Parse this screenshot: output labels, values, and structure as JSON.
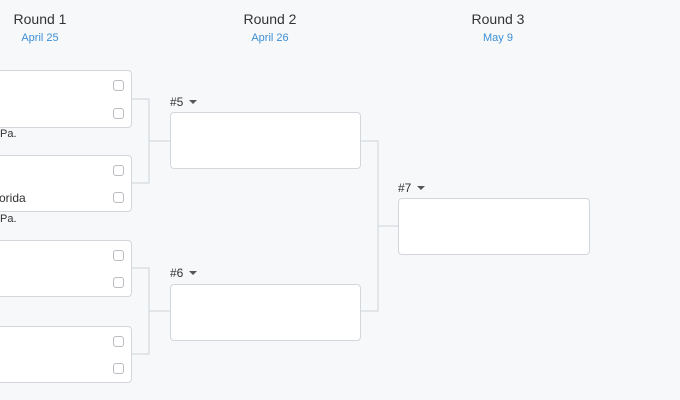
{
  "rounds": [
    {
      "title": "Round 1",
      "date": "April 25"
    },
    {
      "title": "Round 2",
      "date": "April 26"
    },
    {
      "title": "Round 3",
      "date": "May 9"
    }
  ],
  "round1": {
    "matchups": [
      {
        "top_team": "",
        "bottom_team": "",
        "note": "Pa."
      },
      {
        "top_team": "",
        "bottom_team": "orida",
        "note": "Pa."
      },
      {
        "top_team": "",
        "bottom_team": "",
        "note": ""
      },
      {
        "top_team": "",
        "bottom_team": "",
        "note": ""
      }
    ]
  },
  "round2": {
    "games": [
      {
        "label": "#5",
        "dropdown_icon": "caret-down-icon"
      },
      {
        "label": "#6",
        "dropdown_icon": "caret-down-icon"
      }
    ]
  },
  "round3": {
    "games": [
      {
        "label": "#7",
        "dropdown_icon": "caret-down-icon"
      }
    ]
  },
  "colors": {
    "accent": "#3d8fd6",
    "border": "#d3d6db",
    "connector": "#cfd3d8",
    "background": "#f7f8fa"
  }
}
